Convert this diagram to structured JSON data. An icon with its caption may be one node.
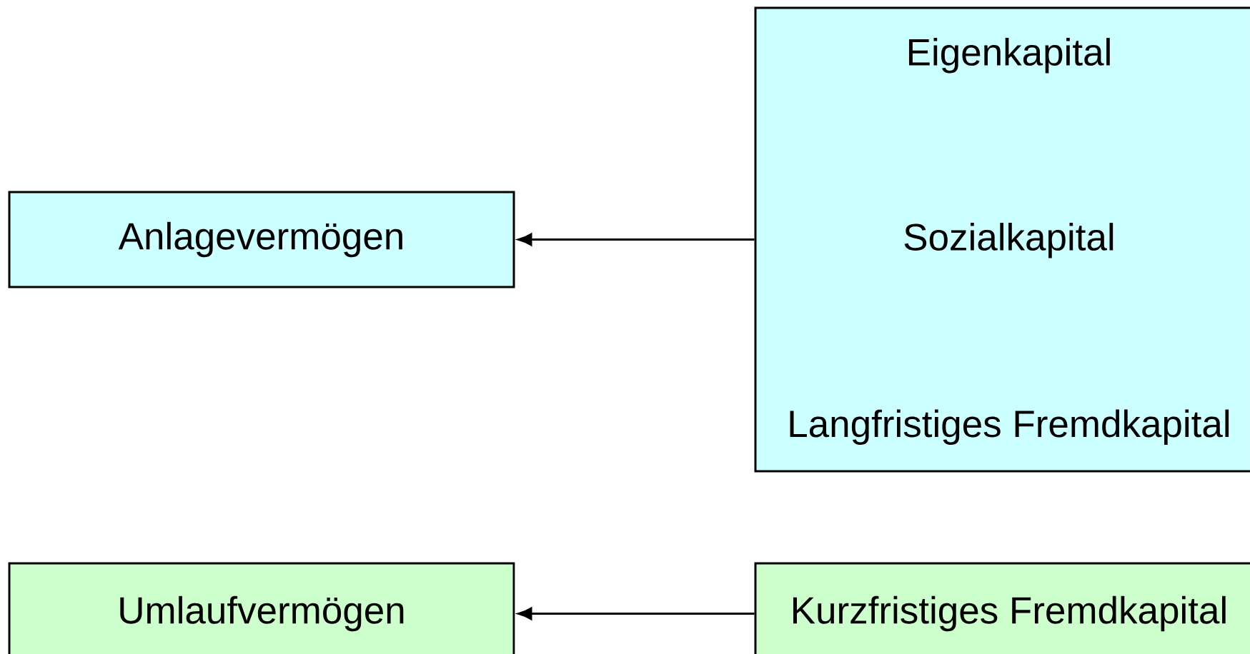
{
  "diagram": {
    "nodes": [
      {
        "text": [
          "Anlagevermögen"
        ]
      },
      {
        "text": [
          "Eigenkapital",
          "Sozialkapital",
          "Langfristiges Fremdkapital"
        ]
      },
      {
        "text": [
          "Umlaufvermögen"
        ]
      },
      {
        "text": [
          "Kurzfristiges Fremdkapital"
        ]
      }
    ],
    "edges": [
      {
        "from": 1,
        "to": 0,
        "arrow": "to"
      },
      {
        "from": 3,
        "to": 2,
        "arrow": "to"
      }
    ]
  }
}
